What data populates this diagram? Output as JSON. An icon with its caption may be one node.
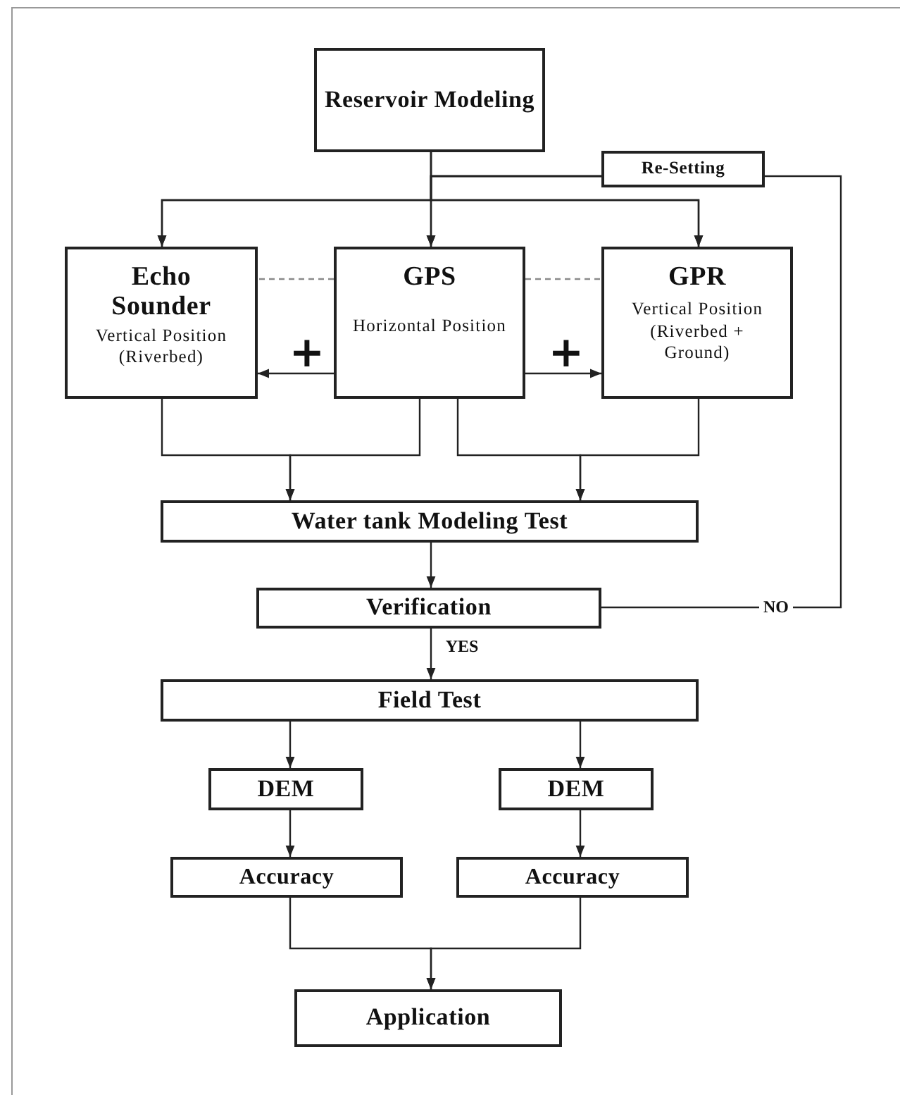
{
  "diagram": {
    "nodes": [
      {
        "text": [
          "Reservoir Modeling"
        ]
      },
      {
        "text": [
          "Re-Setting"
        ]
      },
      {
        "text": [
          "Echo Sounder",
          "Vertical Position (Riverbed)"
        ]
      },
      {
        "text": [
          "GPS",
          "Horizontal Position"
        ]
      },
      {
        "text": [
          "GPR",
          "Vertical Position (Riverbed + Ground)"
        ]
      },
      {
        "text": [
          "Water tank Modeling Test"
        ]
      },
      {
        "text": [
          "Verification"
        ]
      },
      {
        "text": [
          "Field Test"
        ]
      },
      {
        "text": [
          "DEM"
        ]
      },
      {
        "text": [
          "DEM"
        ]
      },
      {
        "text": [
          "Accuracy"
        ]
      },
      {
        "text": [
          "Accuracy"
        ]
      },
      {
        "text": [
          "Application"
        ]
      }
    ],
    "edges": [
      {
        "from": 0,
        "to": 2,
        "arrow": "to"
      },
      {
        "from": 0,
        "to": 3,
        "arrow": "to"
      },
      {
        "from": 0,
        "to": 4,
        "arrow": "to"
      },
      {
        "from": 1,
        "to": 2,
        "arrow": "to"
      },
      {
        "from": 1,
        "to": 3,
        "arrow": "to"
      },
      {
        "from": 1,
        "to": 4,
        "arrow": "to"
      },
      {
        "from": 3,
        "to": 2,
        "arrow": "to"
      },
      {
        "from": 3,
        "to": 4,
        "arrow": "to"
      },
      {
        "from": 3,
        "to": 2,
        "arrow": "none",
        "style": "dashed",
        "color": "#8a8a8a"
      },
      {
        "from": 3,
        "to": 4,
        "arrow": "none",
        "style": "dashed",
        "color": "#8a8a8a"
      },
      {
        "from": 2,
        "to": 5,
        "arrow": "to"
      },
      {
        "from": 3,
        "to": 5,
        "arrow": "to"
      },
      {
        "from": 3,
        "to": 5,
        "arrow": "to"
      },
      {
        "from": 4,
        "to": 5,
        "arrow": "to"
      },
      {
        "from": 5,
        "to": 6,
        "arrow": "to"
      },
      {
        "from": 6,
        "to": 7,
        "arrow": "to",
        "label": "YES"
      },
      {
        "from": 6,
        "to": 1,
        "arrow": "none",
        "label": "NO"
      },
      {
        "from": 7,
        "to": 8,
        "arrow": "to"
      },
      {
        "from": 7,
        "to": 9,
        "arrow": "to"
      },
      {
        "from": 8,
        "to": 10,
        "arrow": "to"
      },
      {
        "from": 9,
        "to": 11,
        "arrow": "to"
      },
      {
        "from": 10,
        "to": 12,
        "arrow": "to"
      },
      {
        "from": 11,
        "to": 12,
        "arrow": "to"
      }
    ],
    "labels": [
      "+",
      "+"
    ]
  }
}
